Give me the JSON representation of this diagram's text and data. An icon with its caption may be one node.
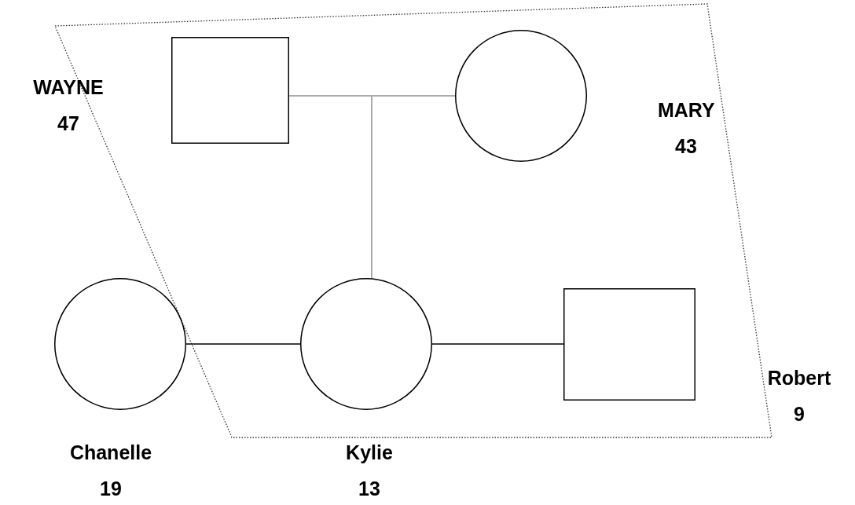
{
  "diagram": {
    "nodes": [
      {
        "text": [
          "WAYNE 47"
        ]
      },
      {
        "text": [
          "MARY 43"
        ]
      },
      {
        "text": [
          "Chanelle 19"
        ]
      },
      {
        "text": [
          "Kylie 13"
        ]
      },
      {
        "text": [
          "Robert 9"
        ]
      }
    ],
    "edges": [
      {
        "from": 0,
        "to": 1,
        "arrow": "none"
      },
      {
        "from": 0,
        "to": 3,
        "arrow": "none"
      },
      {
        "from": 1,
        "to": 3,
        "arrow": "none"
      },
      {
        "from": 2,
        "to": 3,
        "arrow": "none",
        "color": "#000000"
      },
      {
        "from": 3,
        "to": 4,
        "arrow": "none",
        "color": "#000000"
      }
    ]
  }
}
